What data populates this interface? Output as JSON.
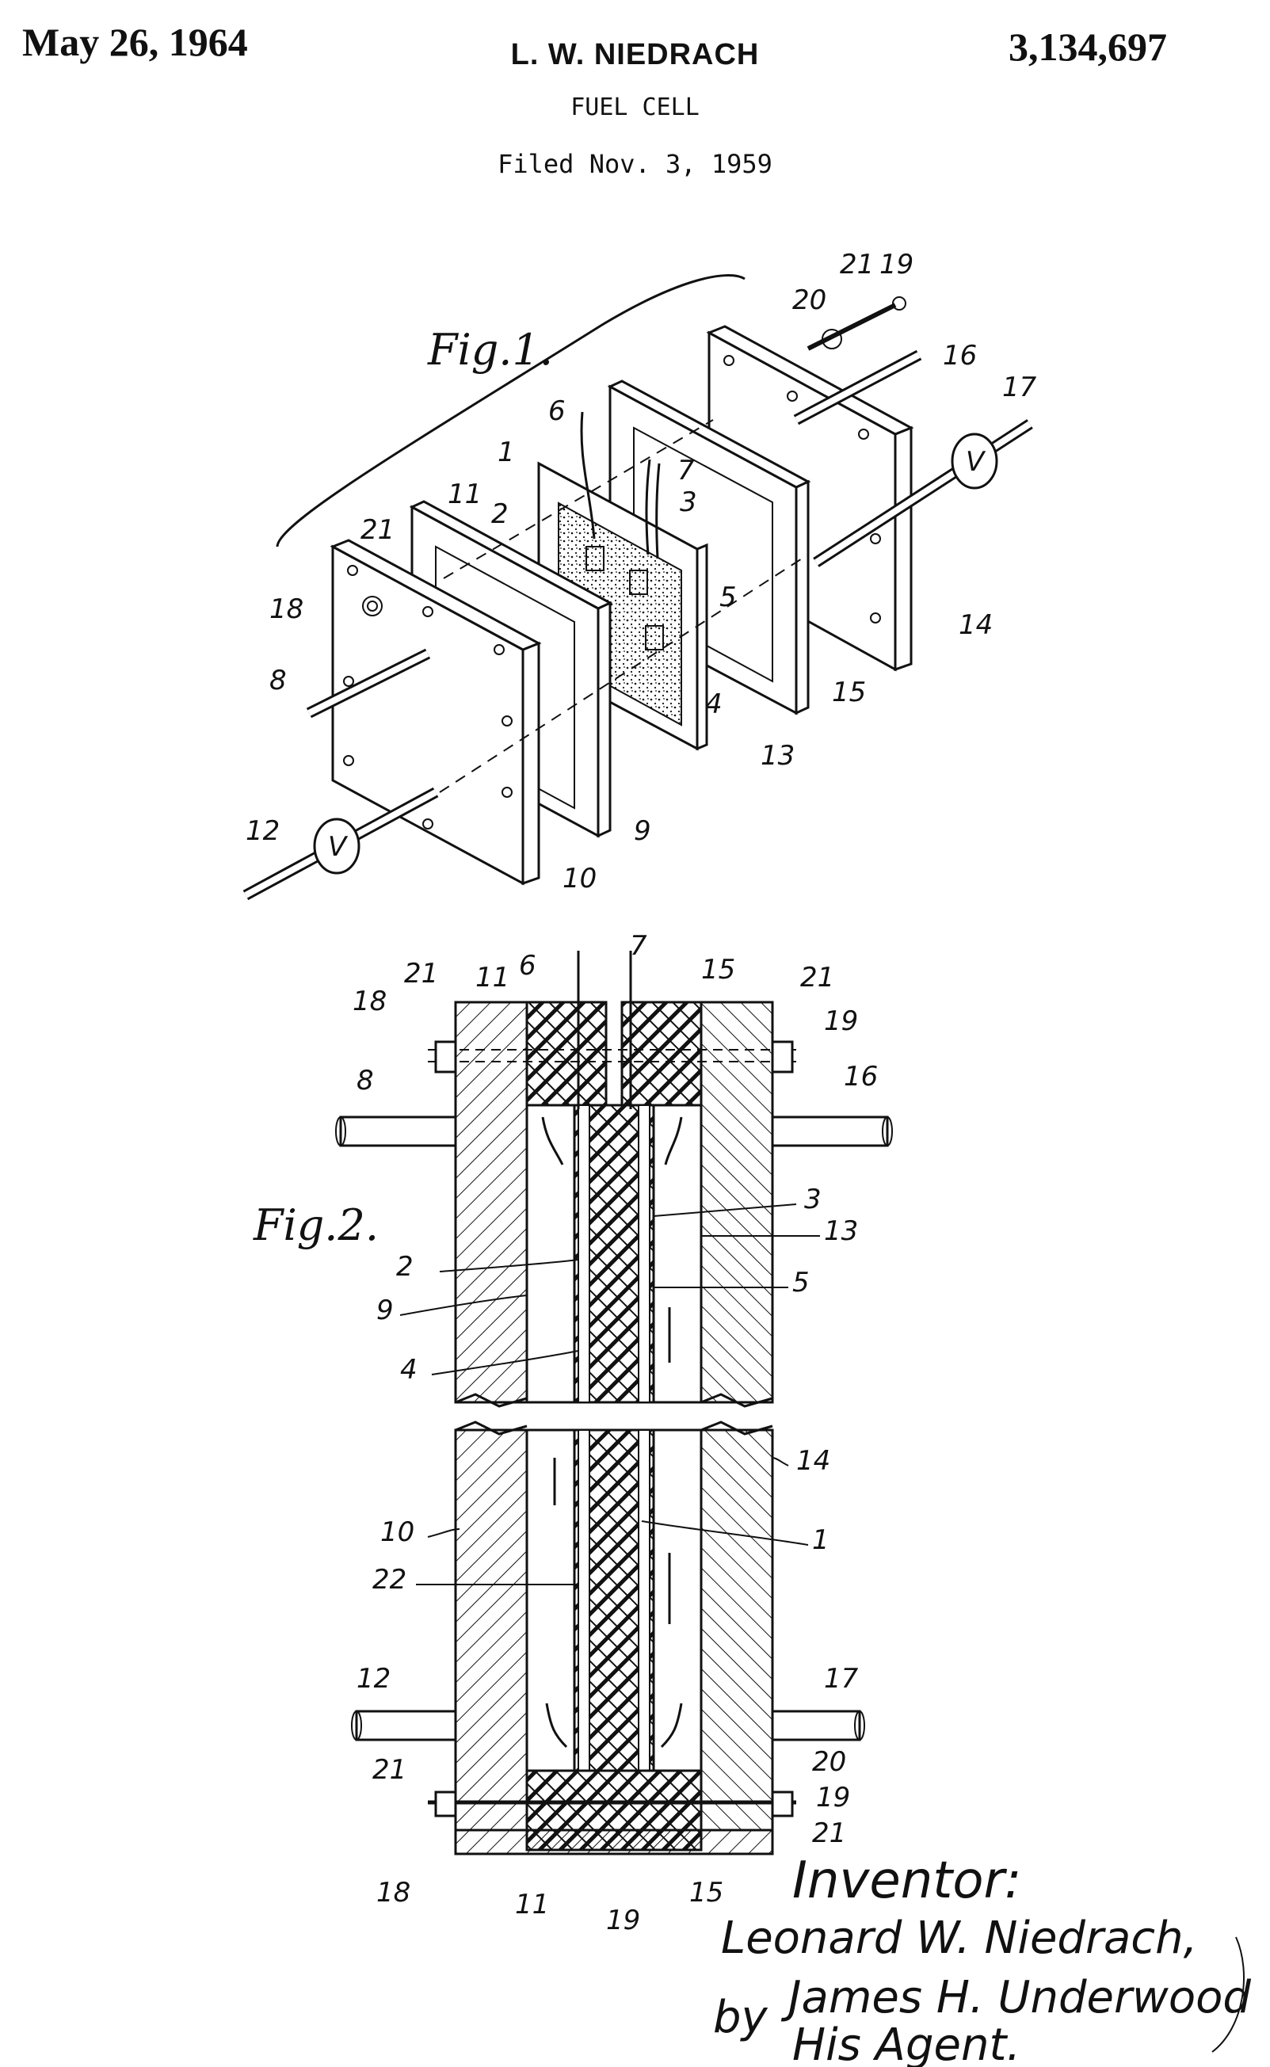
{
  "header": {
    "date": "May 26, 1964",
    "inventor_name": "L. W. NIEDRACH",
    "patent_number": "3,134,697",
    "title": "FUEL CELL",
    "filed": "Filed Nov. 3, 1959"
  },
  "figures": {
    "fig1_label": "Fig.1.",
    "fig2_label": "Fig.2."
  },
  "labels": {
    "n1": "1",
    "n2": "2",
    "n3": "3",
    "n4": "4",
    "n5": "5",
    "n6": "6",
    "n7": "7",
    "n8": "8",
    "n9": "9",
    "n10": "10",
    "n11": "11",
    "n12": "12",
    "n13": "13",
    "n14": "14",
    "n15": "15",
    "n16": "16",
    "n17": "17",
    "n18": "18",
    "n19": "19",
    "n20": "20",
    "n21": "21",
    "n22": "22",
    "v": "V"
  },
  "signature": {
    "inventor_heading": "Inventor:",
    "inventor_full": "Leonard W. Niedrach,",
    "by": "by",
    "agent_signature": "James H. Underwood",
    "agent_role": "His Agent."
  }
}
